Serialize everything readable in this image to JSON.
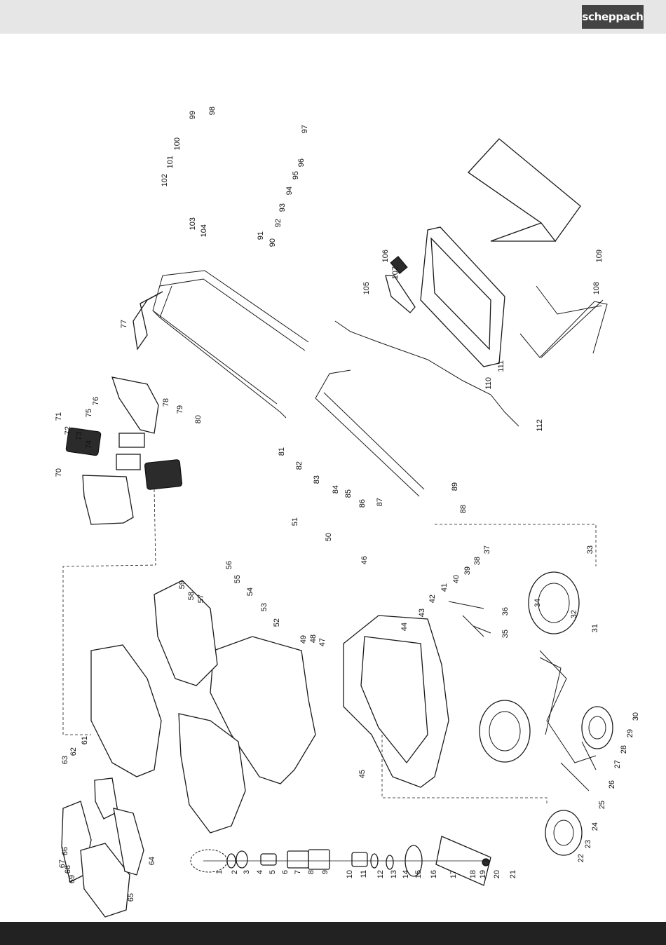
{
  "header": {
    "brand": "scheppach"
  },
  "diagram": {
    "part_numbers": [
      "1",
      "2",
      "3",
      "4",
      "5",
      "6",
      "7",
      "8",
      "9",
      "10",
      "11",
      "12",
      "13",
      "14",
      "15",
      "16",
      "17",
      "18",
      "19",
      "20",
      "21",
      "22",
      "23",
      "24",
      "25",
      "26",
      "27",
      "28",
      "29",
      "30",
      "31",
      "32",
      "33",
      "34",
      "35",
      "36",
      "37",
      "38",
      "39",
      "40",
      "41",
      "42",
      "43",
      "44",
      "45",
      "46",
      "47",
      "48",
      "49",
      "50",
      "51",
      "52",
      "53",
      "54",
      "55",
      "56",
      "57",
      "58",
      "59",
      "61",
      "62",
      "63",
      "64",
      "65",
      "66",
      "67",
      "68",
      "69",
      "70",
      "71",
      "72",
      "73",
      "74",
      "75",
      "76",
      "77",
      "78",
      "79",
      "80",
      "81",
      "82",
      "83",
      "84",
      "85",
      "86",
      "87",
      "88",
      "89",
      "90",
      "91",
      "92",
      "93",
      "94",
      "95",
      "96",
      "97",
      "98",
      "99",
      "100",
      "101",
      "102",
      "103",
      "104",
      "105",
      "106",
      "107",
      "108",
      "109",
      "110",
      "111",
      "112"
    ]
  },
  "colors": {
    "header_bg": "#e6e6e6",
    "logo_bg": "#444444",
    "footer_bg": "#222222",
    "line": "#1a1a1a"
  }
}
